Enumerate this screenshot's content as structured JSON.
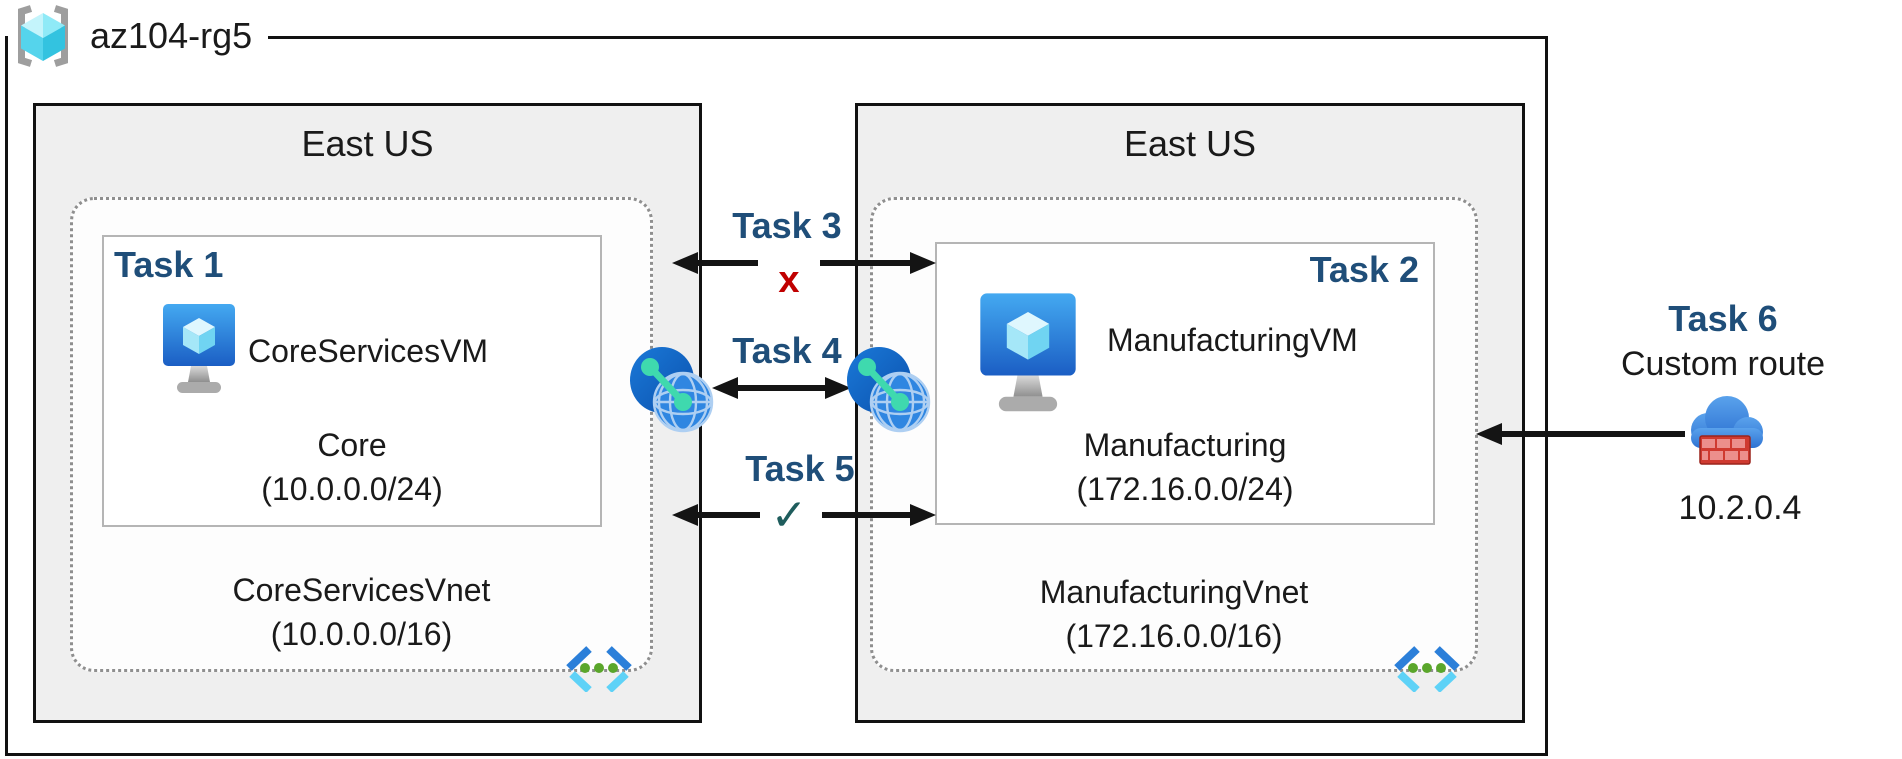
{
  "resource_group": {
    "label": "az104-rg5"
  },
  "regions": {
    "left": {
      "title": "East US",
      "subnet": {
        "task_label": "Task 1",
        "vm_name": "CoreServicesVM",
        "name": "Core",
        "cidr": "(10.0.0.0/24)"
      },
      "vnet": {
        "name": "CoreServicesVnet",
        "cidr": "(10.0.0.0/16)"
      }
    },
    "right": {
      "title": "East US",
      "subnet": {
        "task_label": "Task 2",
        "vm_name": "ManufacturingVM",
        "name": "Manufacturing",
        "cidr": "(172.16.0.0/24)"
      },
      "vnet": {
        "name": "ManufacturingVnet",
        "cidr": "(172.16.0.0/16)"
      }
    }
  },
  "tasks": {
    "task3": {
      "label": "Task 3",
      "mark": "x"
    },
    "task4": {
      "label": "Task 4"
    },
    "task5": {
      "label": "Task 5",
      "mark": "✓"
    },
    "task6": {
      "label": "Task 6",
      "sublabel": "Custom route",
      "ip": "10.2.0.4"
    }
  },
  "colors": {
    "task_label": "#1f4e79",
    "blocked_mark": "#c00000",
    "allowed_mark": "#1f5d5d",
    "region_fill": "#efefef",
    "vm_icon_blue": "#1b5ec4",
    "peering_teal": "#3fd9ae"
  }
}
